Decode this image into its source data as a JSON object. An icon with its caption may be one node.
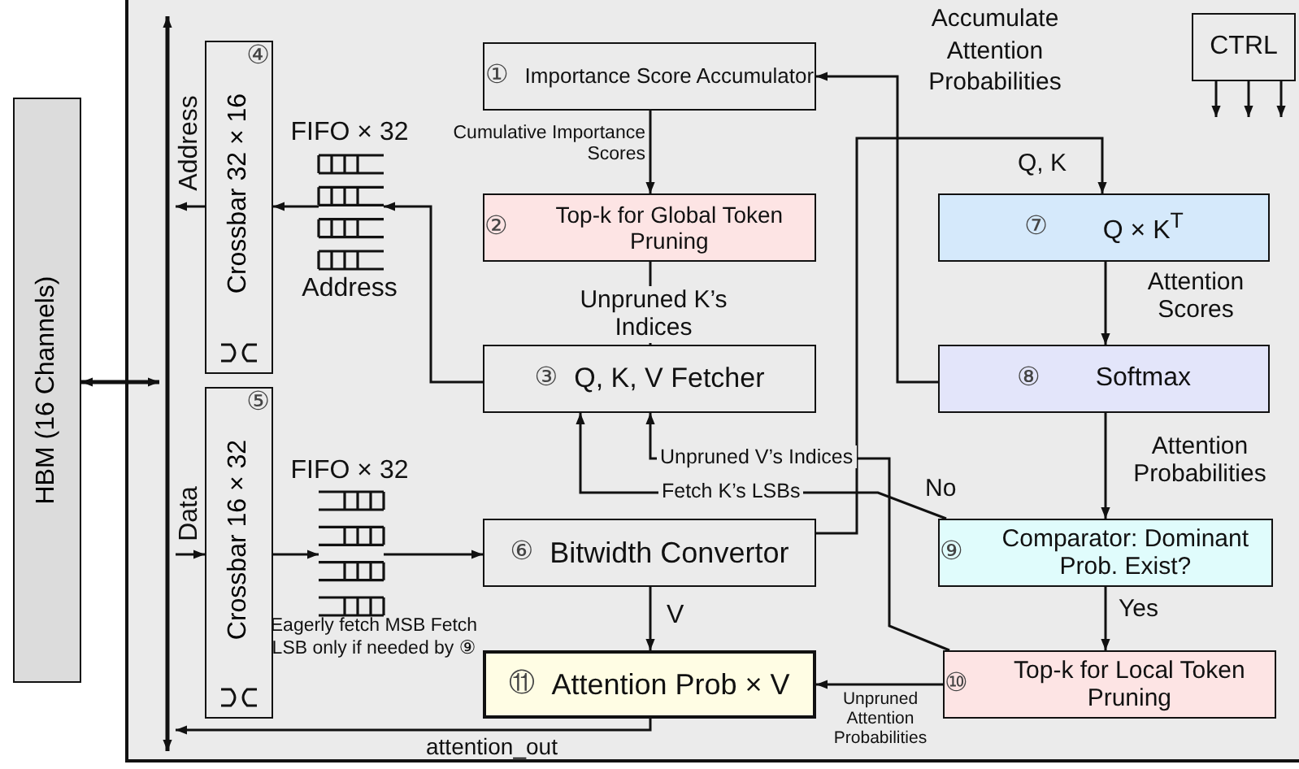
{
  "diagram": {
    "nodes": [
      {
        "text": [
          "HBM (16 Channels)"
        ]
      },
      {
        "text": [],
        "shape": "bar"
      },
      {
        "text": [
          "④",
          "Crossbar 32 × 16"
        ]
      },
      {
        "text": [],
        "shape": "queue",
        "beside": [
          "FIFO × 32",
          "Address"
        ]
      },
      {
        "text": [
          "⑤",
          "Crossbar 16 × 32"
        ]
      },
      {
        "text": [],
        "shape": "queue",
        "beside": [
          "FIFO × 32",
          "Eagerly fetch MSB Fetch LSB only if needed by ⑨"
        ]
      },
      {
        "text": [
          "①",
          "Importance Score Accumulator"
        ]
      },
      {
        "text": [
          "②",
          "Top-k for Global Token Pruning"
        ]
      },
      {
        "text": [
          "③",
          "Q, K, V Fetcher"
        ]
      },
      {
        "text": [
          "⑥",
          "Bitwidth Convertor"
        ]
      },
      {
        "text": [
          "⑪",
          "Attention Prob × V"
        ]
      },
      {
        "text": [
          "CTRL"
        ]
      },
      {
        "text": [
          "⑦",
          "Q × K$^{T}$"
        ]
      },
      {
        "text": [
          "⑧",
          "Softmax"
        ]
      },
      {
        "text": [
          "⑨",
          "Comparator: Dominant Prob. Exist?"
        ]
      },
      {
        "text": [
          "⑩",
          "Top-k for Local Token Pruning"
        ]
      }
    ],
    "edges": [
      {
        "from": 0,
        "to": 1,
        "arrow": "both"
      },
      {
        "from": 2,
        "to": 1,
        "arrow": "to",
        "label": "Address"
      },
      {
        "from": 1,
        "to": 4,
        "arrow": "to",
        "label": "Data"
      },
      {
        "from": 3,
        "to": 2,
        "arrow": "to"
      },
      {
        "from": 8,
        "to": 3,
        "arrow": "to"
      },
      {
        "from": 4,
        "to": 5,
        "arrow": "to"
      },
      {
        "from": 5,
        "to": 9,
        "arrow": "to"
      },
      {
        "from": 6,
        "to": 7,
        "arrow": "to",
        "label": "Cumulative Importance Scores"
      },
      {
        "from": 7,
        "to": 8,
        "arrow": "to",
        "label": "Unpruned K’s Indices"
      },
      {
        "from": 9,
        "to": 10,
        "arrow": "to",
        "label": "V"
      },
      {
        "from": 10,
        "to": 1,
        "arrow": "to",
        "label": "attention_out"
      },
      {
        "from": 9,
        "to": 12,
        "arrow": "to",
        "label": "Q, K"
      },
      {
        "from": 13,
        "to": 6,
        "arrow": "to",
        "label": "Accumulate Attention Probabilities"
      },
      {
        "from": 12,
        "to": 13,
        "arrow": "to",
        "label": "Attention Scores"
      },
      {
        "from": 13,
        "to": 14,
        "arrow": "to",
        "label": "Attention Probabilities"
      },
      {
        "from": 14,
        "to": 15,
        "arrow": "to",
        "label": "Yes"
      },
      {
        "from": 14,
        "to": 8,
        "arrow": "to",
        "label": "No"
      },
      {
        "from": 15,
        "to": 8,
        "arrow": "to",
        "label": "Unpruned V’s Indices"
      },
      {
        "from": 15,
        "to": 10,
        "arrow": "to",
        "label": "Unpruned Attention Probabilities"
      },
      {
        "from": 11,
        "to": null,
        "arrow": "to"
      },
      {
        "from": 11,
        "to": null,
        "arrow": "to"
      },
      {
        "from": 11,
        "to": null,
        "arrow": "to"
      }
    ],
    "labels": [
      "Fetch K’s LSBs"
    ]
  }
}
